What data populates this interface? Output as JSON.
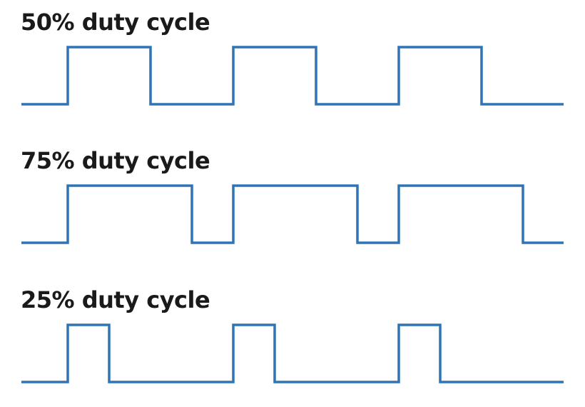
{
  "colors": {
    "waveform": "#2f74b5",
    "text": "#1a1a1a"
  },
  "waveforms": [
    {
      "title": "50% duty cycle",
      "duty_cycle_percent": 50
    },
    {
      "title": "75% duty cycle",
      "duty_cycle_percent": 75
    },
    {
      "title": "25% duty cycle",
      "duty_cycle_percent": 25
    }
  ]
}
